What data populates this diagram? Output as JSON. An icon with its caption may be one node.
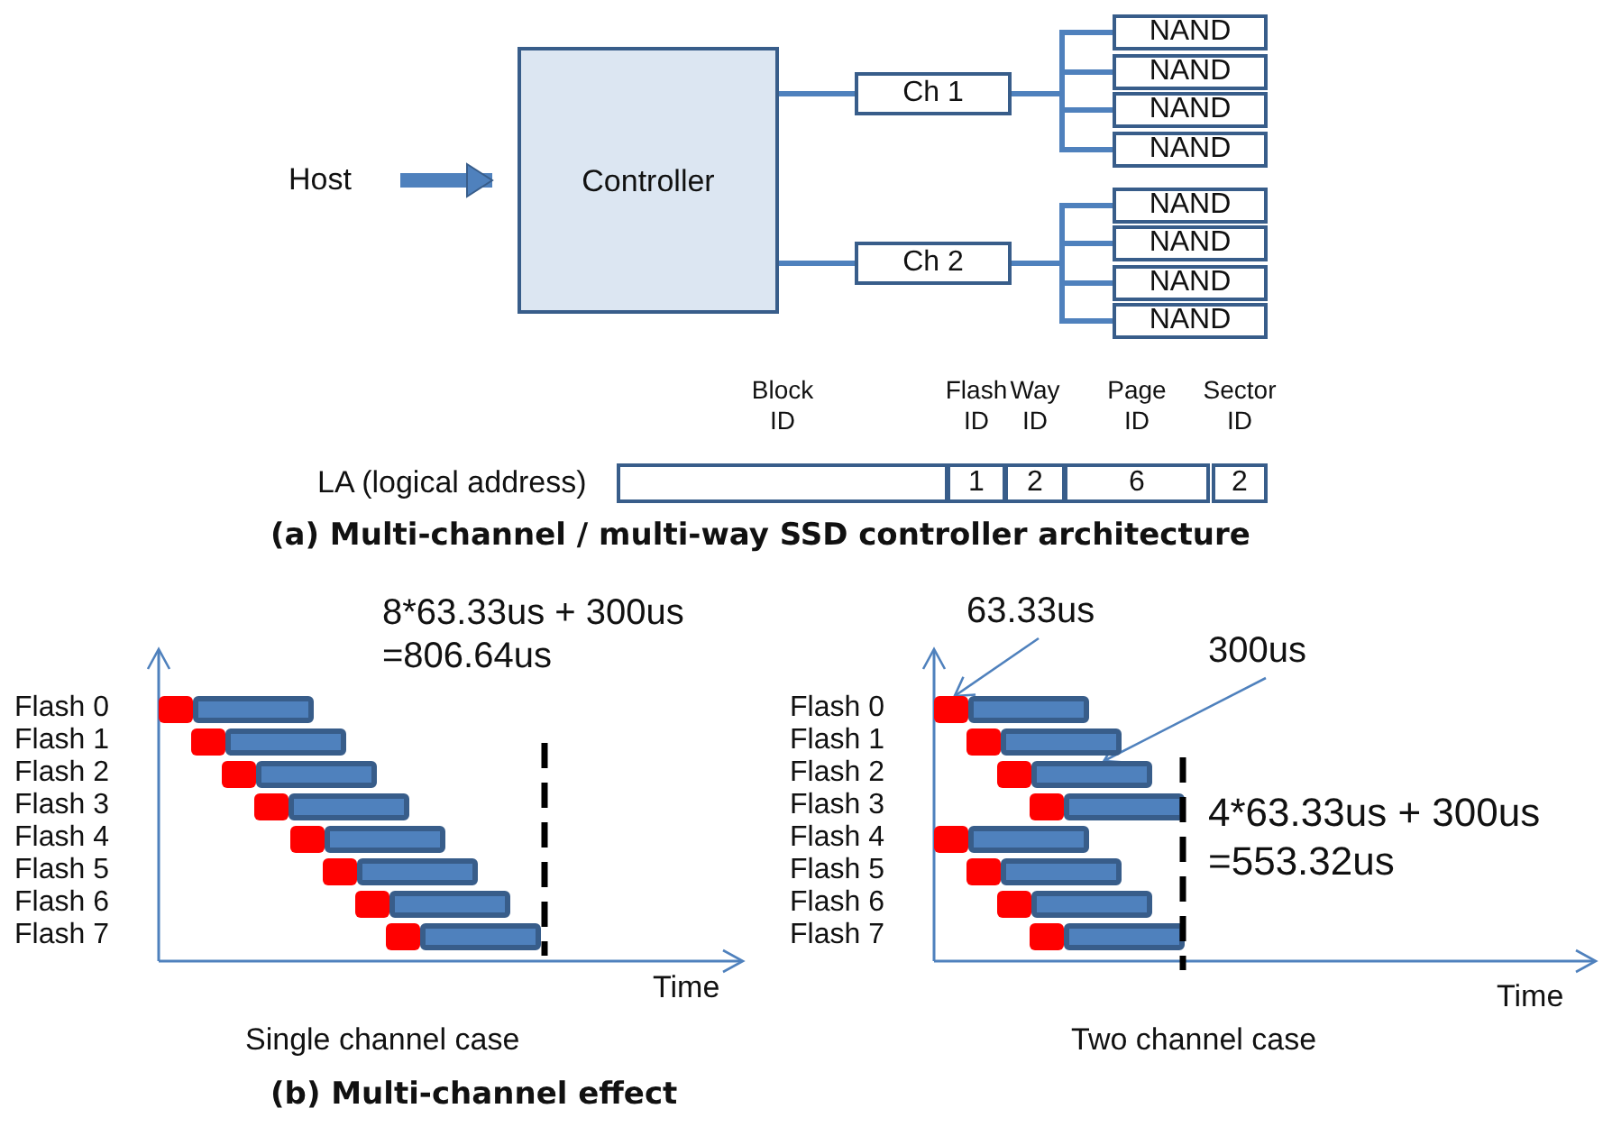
{
  "diagram": {
    "nodes": [
      {
        "text": [
          "Host"
        ]
      },
      {
        "text": [
          "Controller"
        ]
      },
      {
        "text": [
          "Ch 1"
        ]
      },
      {
        "text": [
          "Ch 2"
        ]
      },
      {
        "text": [
          "NAND"
        ]
      },
      {
        "text": [
          "NAND"
        ]
      },
      {
        "text": [
          "NAND"
        ]
      },
      {
        "text": [
          "NAND"
        ]
      },
      {
        "text": [
          "NAND"
        ]
      },
      {
        "text": [
          "NAND"
        ]
      },
      {
        "text": [
          "NAND"
        ]
      },
      {
        "text": [
          "NAND"
        ]
      },
      {
        "text": [
          "Block ID"
        ]
      },
      {
        "text": [
          "Flash ID",
          "1"
        ]
      },
      {
        "text": [
          "Way ID",
          "2"
        ]
      },
      {
        "text": [
          "Page ID",
          "6"
        ]
      },
      {
        "text": [
          "Sector ID",
          "2"
        ]
      },
      {
        "text": [],
        "shape": "bar"
      },
      {
        "text": [],
        "shape": "bar"
      },
      {
        "text": [],
        "shape": "bar"
      },
      {
        "text": [],
        "shape": "bar"
      },
      {
        "text": [],
        "shape": "bar"
      },
      {
        "text": [],
        "shape": "bar"
      },
      {
        "text": [],
        "shape": "bar"
      },
      {
        "text": [],
        "shape": "bar"
      },
      {
        "text": [],
        "shape": "bar"
      },
      {
        "text": [],
        "shape": "bar"
      },
      {
        "text": [],
        "shape": "bar"
      },
      {
        "text": [],
        "shape": "bar"
      },
      {
        "text": [],
        "shape": "bar"
      },
      {
        "text": [],
        "shape": "bar"
      },
      {
        "text": [],
        "shape": "bar"
      },
      {
        "text": [],
        "shape": "bar"
      },
      {
        "text": [
          "63.33us"
        ]
      },
      {
        "text": [
          "300us"
        ]
      },
      {
        "text": [],
        "shape": "bar"
      },
      {
        "text": [],
        "shape": "bar"
      },
      {
        "text": [],
        "shape": "bar"
      },
      {
        "text": [],
        "shape": "bar"
      },
      {
        "text": [],
        "shape": "bar"
      },
      {
        "text": [],
        "shape": "bar"
      },
      {
        "text": [],
        "shape": "bar"
      },
      {
        "text": [],
        "shape": "bar"
      },
      {
        "text": [],
        "shape": "bar"
      },
      {
        "text": [],
        "shape": "bar"
      },
      {
        "text": [],
        "shape": "bar"
      },
      {
        "text": [],
        "shape": "bar"
      },
      {
        "text": [],
        "shape": "bar"
      },
      {
        "text": [],
        "shape": "bar"
      },
      {
        "text": [],
        "shape": "bar"
      },
      {
        "text": [],
        "shape": "bar"
      }
    ],
    "edges": [
      {
        "from": 0,
        "to": 1,
        "arrow": "to",
        "style": "thick"
      },
      {
        "from": 1,
        "to": 2,
        "arrow": "none"
      },
      {
        "from": 1,
        "to": 3,
        "arrow": "none"
      },
      {
        "from": 2,
        "to": 4,
        "arrow": "none"
      },
      {
        "from": 2,
        "to": 5,
        "arrow": "none"
      },
      {
        "from": 2,
        "to": 6,
        "arrow": "none"
      },
      {
        "from": 2,
        "to": 7,
        "arrow": "none"
      },
      {
        "from": 3,
        "to": 8,
        "arrow": "none"
      },
      {
        "from": 3,
        "to": 9,
        "arrow": "none"
      },
      {
        "from": 3,
        "to": 10,
        "arrow": "none"
      },
      {
        "from": 3,
        "to": 11,
        "arrow": "none"
      },
      {
        "from": 33,
        "to": 35,
        "arrow": "to"
      },
      {
        "from": 34,
        "to": 40,
        "arrow": "to"
      }
    ],
    "labels": [
      "LA (logical address)",
      "(a) Multi-channel / multi-way SSD controller architecture",
      "Flash 0",
      "Flash 1",
      "Flash 2",
      "Flash 3",
      "Flash 4",
      "Flash 5",
      "Flash 6",
      "Flash 7",
      "8*63.33us + 300us =806.64us",
      "Time",
      "Single channel case",
      "Flash 0",
      "Flash 1",
      "Flash 2",
      "Flash 3",
      "Flash 4",
      "Flash 5",
      "Flash 6",
      "Flash 7",
      "4*63.33us + 300us =553.32us",
      "Time",
      "Two channel case",
      "(b) Multi-channel effect"
    ]
  }
}
